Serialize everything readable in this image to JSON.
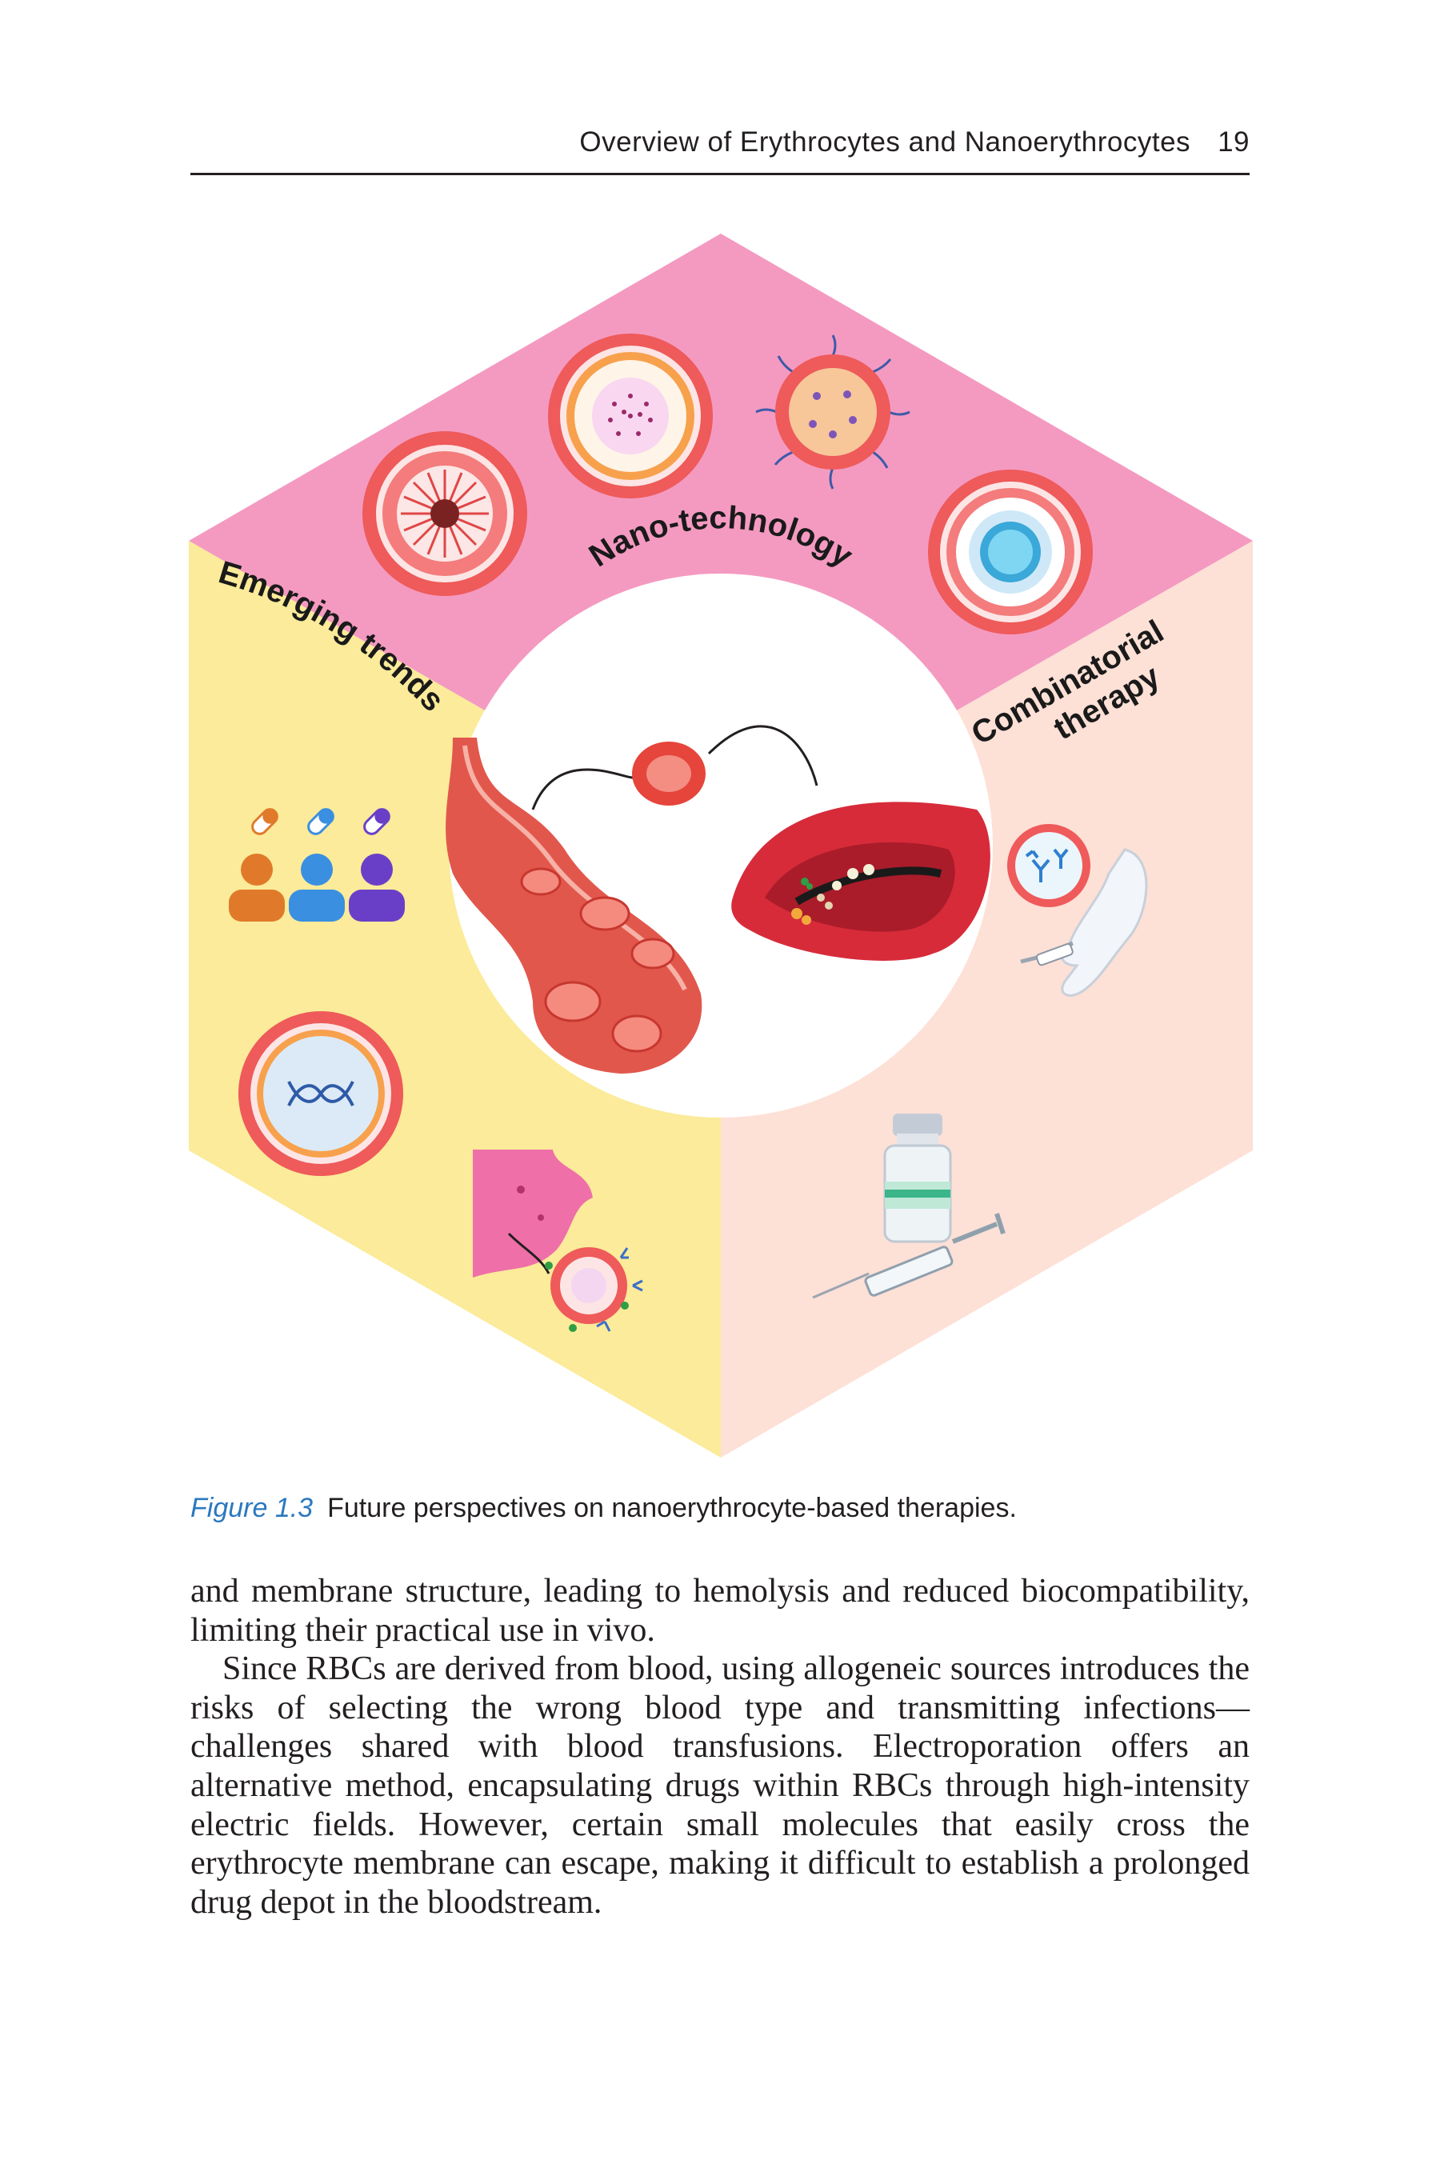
{
  "header": {
    "running_title": "Overview of Erythrocytes and Nanoerythrocytes",
    "page_number": "19"
  },
  "figure": {
    "labels": {
      "top": "Nano-technology",
      "left": "Emerging trends",
      "right_line1": "Combinatorial",
      "right_line2": "therapy"
    },
    "colors": {
      "top_panel": "#f49ac1",
      "left_panel": "#fbeb9a",
      "right_panel": "#fde0d6",
      "center_circle": "#ffffff",
      "red_membrane": "#e6403f"
    },
    "icons": [
      "liposome-icon",
      "nanoparticle-icon",
      "polymer-micelle-icon",
      "core-shell-nanoparticle-icon",
      "patient-group-icon",
      "capsule-icon",
      "dna-liposome-icon",
      "cell-targeting-icon",
      "antibody-icon",
      "hand-syringe-icon",
      "vial-icon",
      "syringe-icon",
      "blood-vessel-icon",
      "red-blood-cell-icon"
    ]
  },
  "caption": {
    "label": "Figure 1.3",
    "text": "Future perspectives on nanoerythrocyte-based therapies."
  },
  "body": {
    "paragraph1": "and membrane structure, leading to hemolysis and reduced biocompatibility, limiting their practical use in vivo.",
    "paragraph2": "Since RBCs are derived from blood, using allogeneic sources introduces the risks of selecting the wrong blood type and transmitting infections—challenges shared with blood transfusions. Electroporation offers an alternative method, encapsulating drugs within RBCs through high-intensity electric fields. However, certain small molecules that easily cross the erythrocyte membrane can escape, making it difficult to establish a prolonged drug depot in the bloodstream."
  }
}
